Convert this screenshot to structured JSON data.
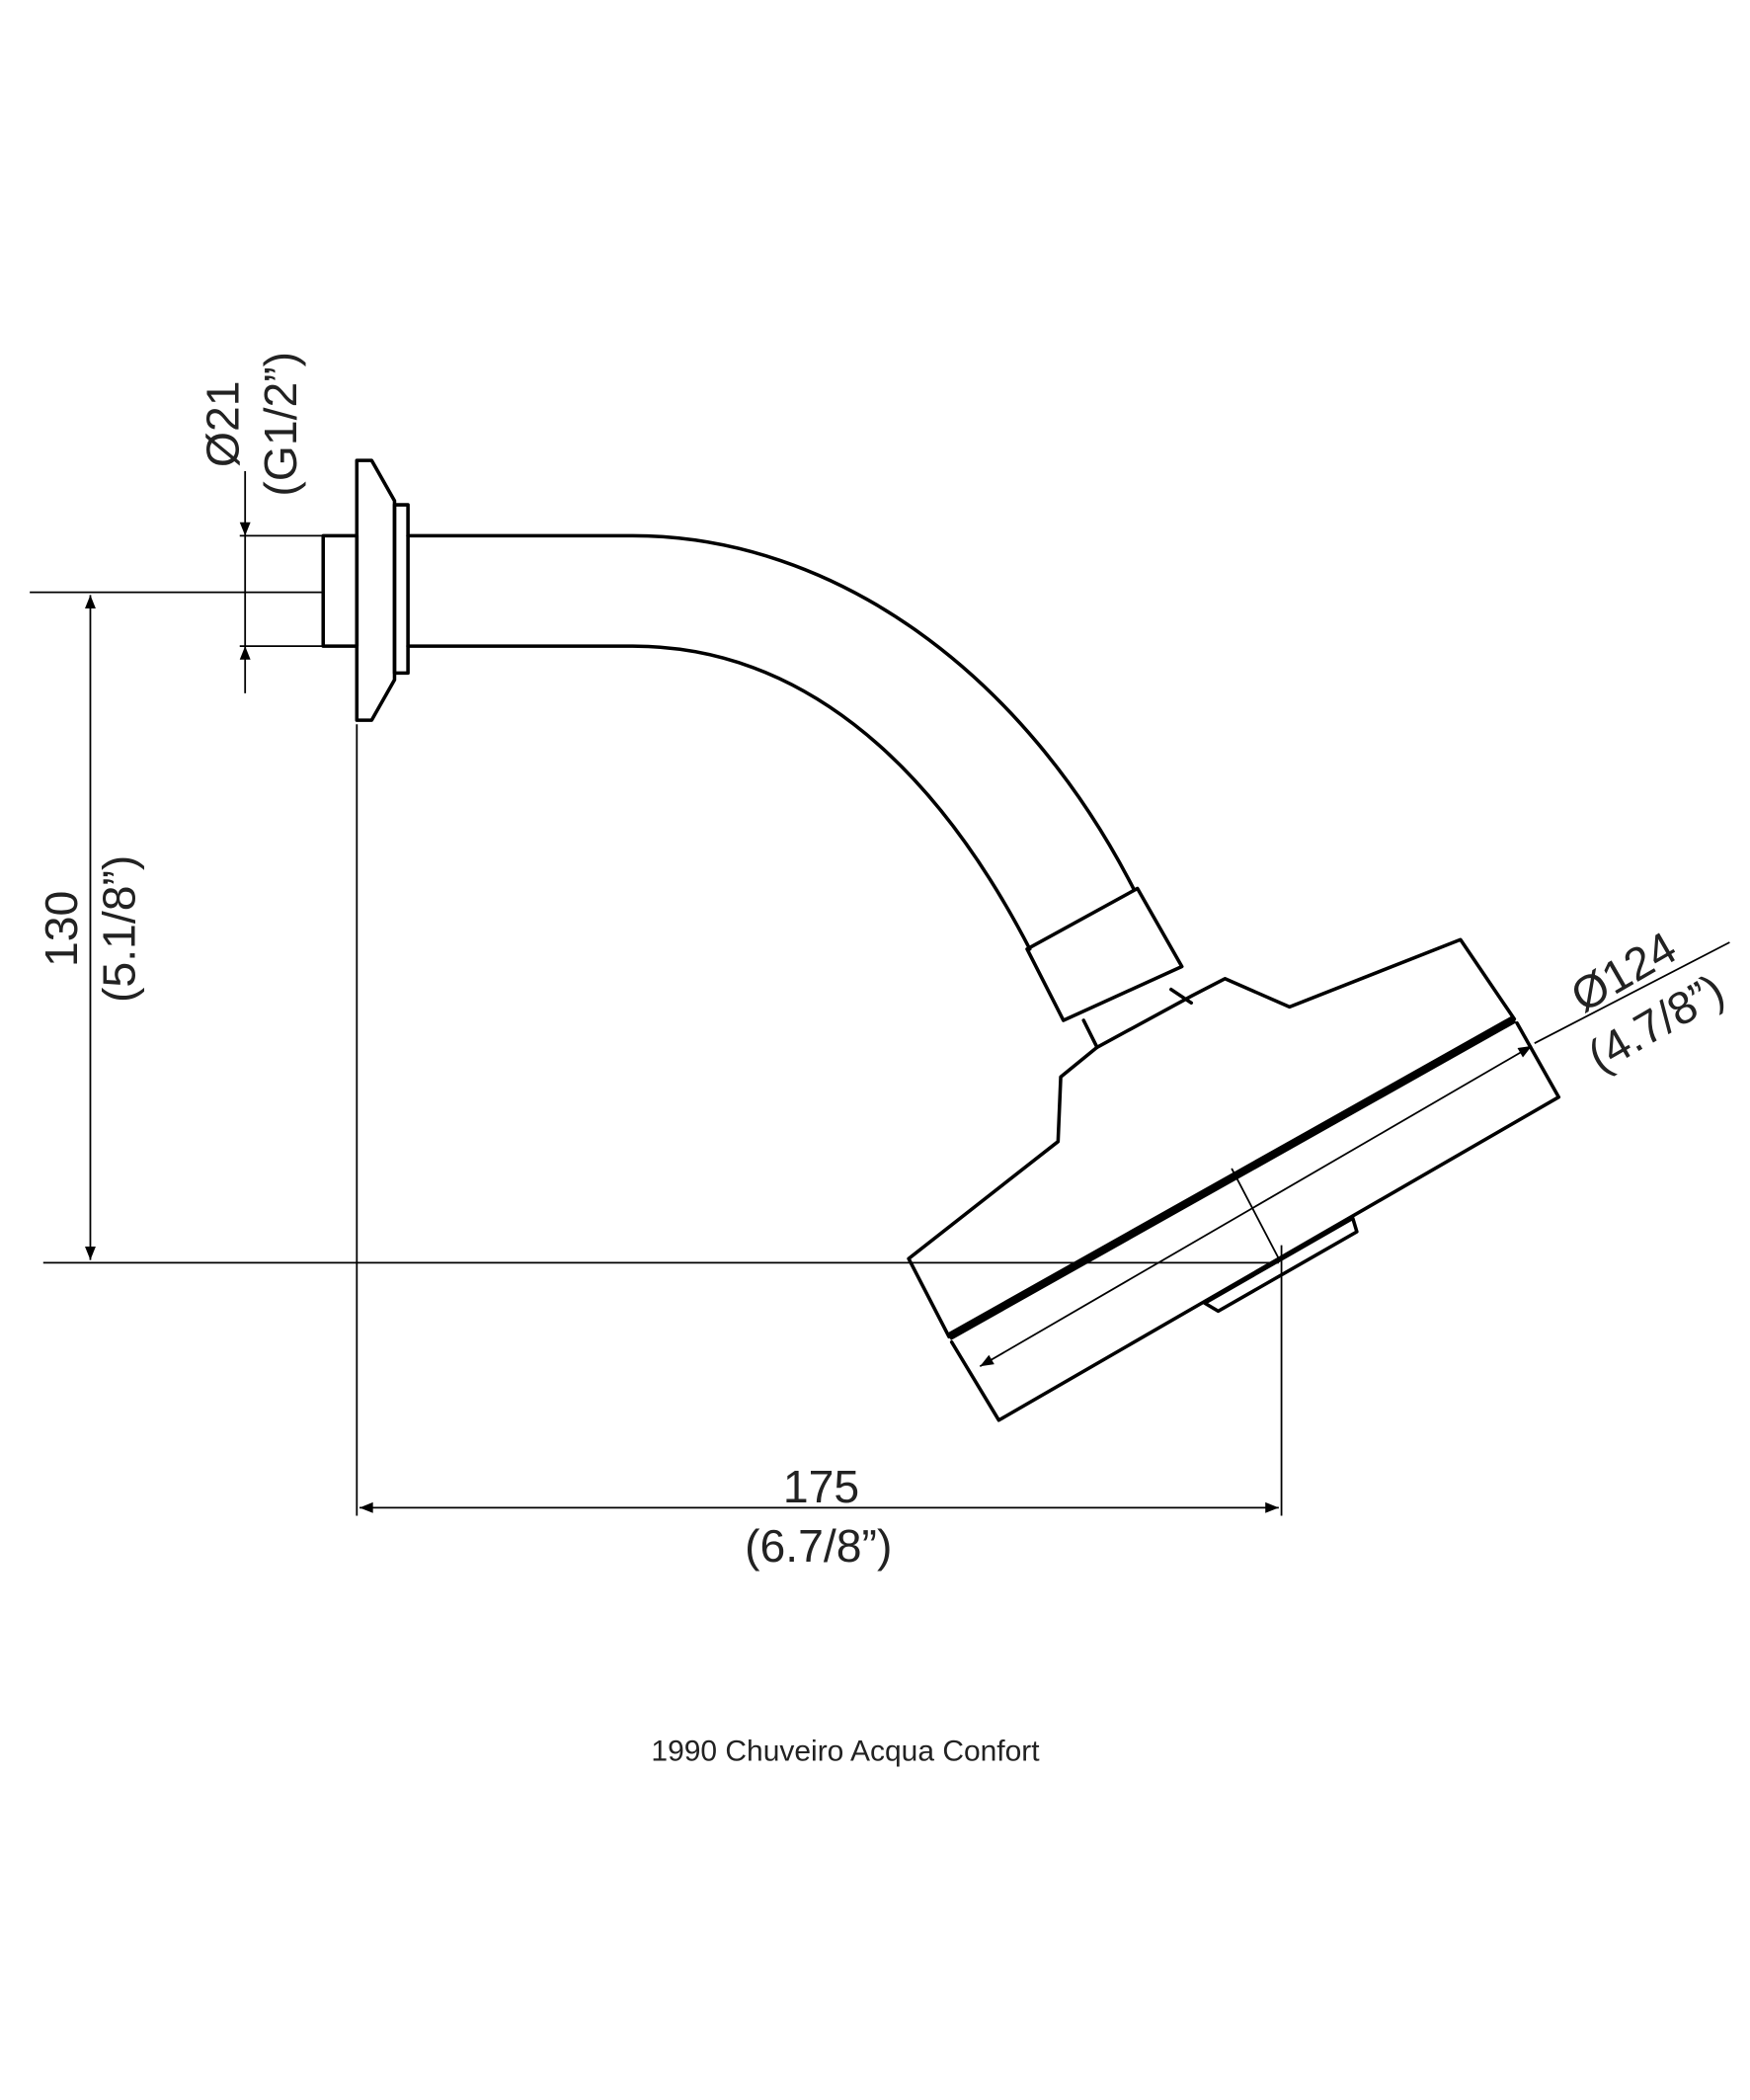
{
  "drawing": {
    "caption": "1990 Chuveiro Acqua Confort",
    "dimensions": {
      "inlet_diameter": "Ø21",
      "inlet_thread": "(G1/2”)",
      "height_mm": "130",
      "height_in": "(5.1/8”)",
      "projection_mm": "175",
      "projection_in": "(6.7/8”)",
      "head_diameter_mm": "Ø124",
      "head_diameter_in": "(4.7/8”)"
    },
    "colors": {
      "line": "#000000",
      "background": "#ffffff"
    }
  }
}
